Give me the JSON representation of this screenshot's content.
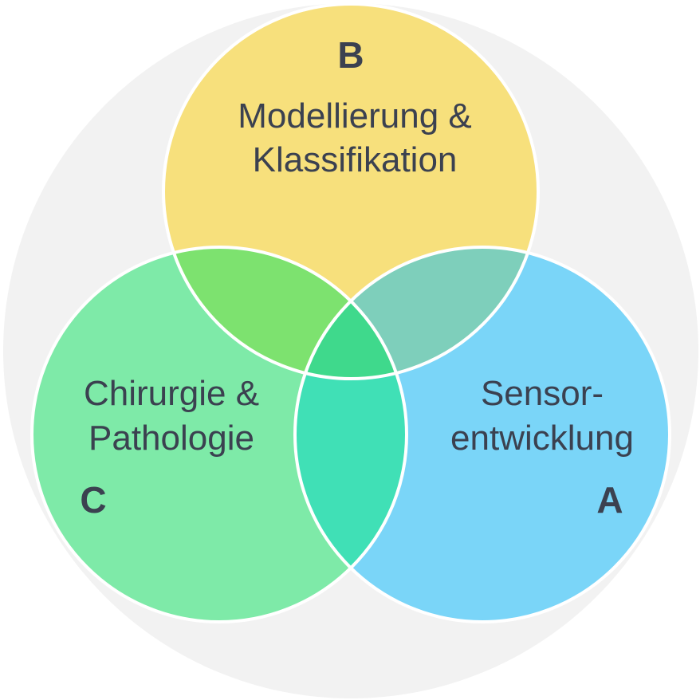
{
  "circles": {
    "A": {
      "letter": "A",
      "lines": [
        "Sensor-",
        "entwicklung"
      ],
      "color": "#7ad5f8"
    },
    "B": {
      "letter": "B",
      "lines": [
        "Modellierung &",
        "Klassifikation"
      ],
      "color": "#f7e07c"
    },
    "C": {
      "letter": "C",
      "lines": [
        "Chirurgie &",
        "Pathologie"
      ],
      "color": "#7eeaa8"
    }
  },
  "overlap_colors": {
    "AB": "#7ecfbb",
    "BC": "#7de26f",
    "AC": "#40e0b6",
    "ABC": "#3fd98c"
  },
  "background_color": "#f2f2f2"
}
